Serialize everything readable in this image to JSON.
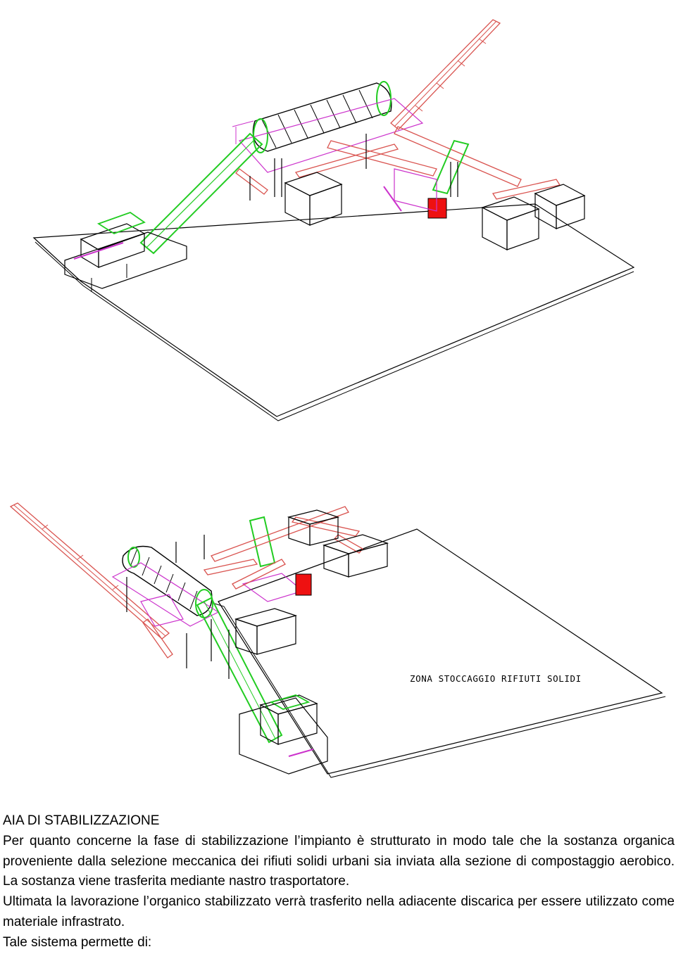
{
  "figures": [
    {
      "id": "plant-view-1",
      "labels": []
    },
    {
      "id": "plant-view-2",
      "labels": [
        "ZONA STOCCAGGIO RIFIUTI SOLIDI"
      ]
    }
  ],
  "section": {
    "heading": "AIA DI STABILIZZAZIONE",
    "paragraphs": [
      "Per quanto concerne la fase di stabilizzazione l’impianto è strutturato in modo tale che la sostanza organica proveniente dalla selezione meccanica dei rifiuti solidi urbani sia inviata alla sezione di compostaggio aerobico. La sostanza viene trasferita mediante nastro trasportatore.",
      "Ultimata la lavorazione l’organico stabilizzato verrà trasferito nella adiacente discarica per essere utilizzato come materiale infrastrato.",
      "Tale sistema permette di:"
    ]
  },
  "colors": {
    "conveyor": "#d9534f",
    "elevator": "#22cc22",
    "platform": "#cc33cc",
    "equipment": "#ee1111",
    "structure": "#000000"
  }
}
